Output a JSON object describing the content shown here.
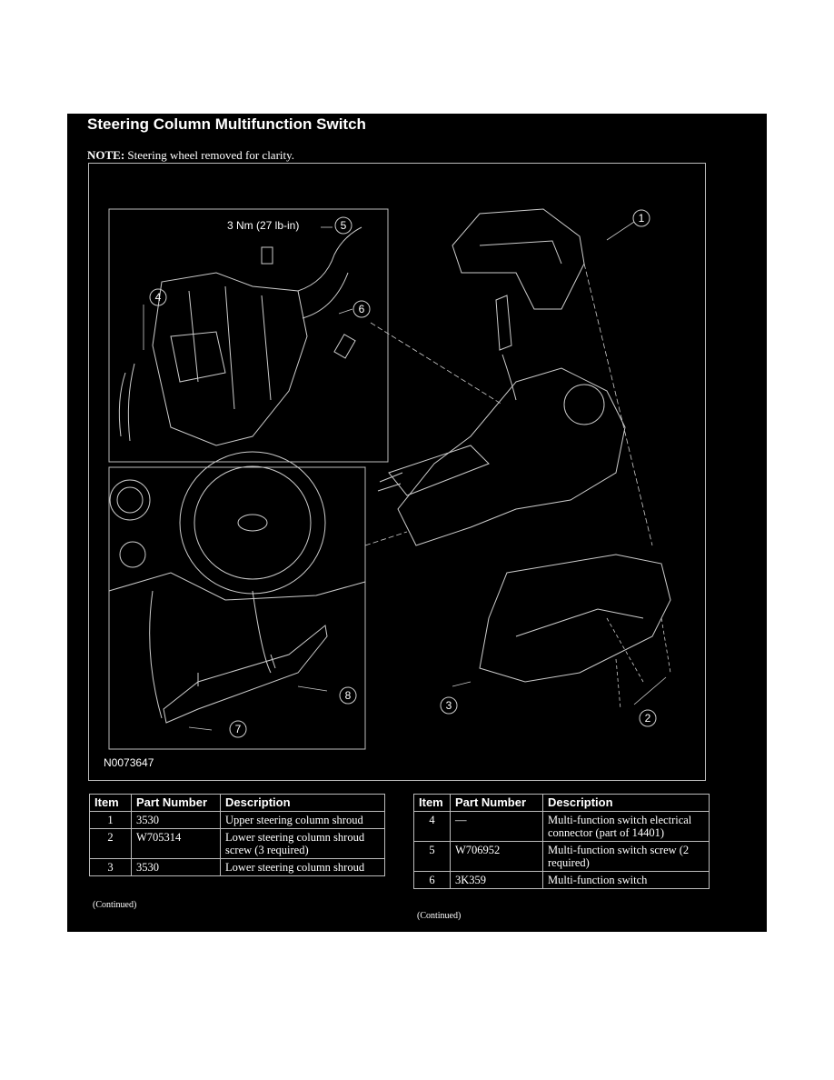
{
  "document": {
    "title": "Steering Column Multifunction Switch",
    "note_label": "NOTE:",
    "note_text": "Steering wheel removed for clarity.",
    "figure_id": "N0073647",
    "torque_spec": "3 Nm (27 lb-in)",
    "callouts": [
      "1",
      "2",
      "3",
      "4",
      "5",
      "6",
      "7",
      "8"
    ]
  },
  "tables": {
    "headers": {
      "item": "Item",
      "part_number": "Part Number",
      "description": "Description"
    },
    "left": {
      "rows": [
        {
          "item": "1",
          "part_number": "3530",
          "description": "Upper steering column shroud"
        },
        {
          "item": "2",
          "part_number": "W705314",
          "description": "Lower steering column shroud screw (3 required)"
        },
        {
          "item": "3",
          "part_number": "3530",
          "description": "Lower steering column shroud"
        }
      ],
      "continued": "(Continued)"
    },
    "right": {
      "rows": [
        {
          "item": "4",
          "part_number": "—",
          "description": "Multi-function switch electrical connector (part of 14401)"
        },
        {
          "item": "5",
          "part_number": "W706952",
          "description": "Multi-function switch screw (2 required)"
        },
        {
          "item": "6",
          "part_number": "3K359",
          "description": "Multi-function switch"
        }
      ],
      "continued": "(Continued)"
    }
  }
}
